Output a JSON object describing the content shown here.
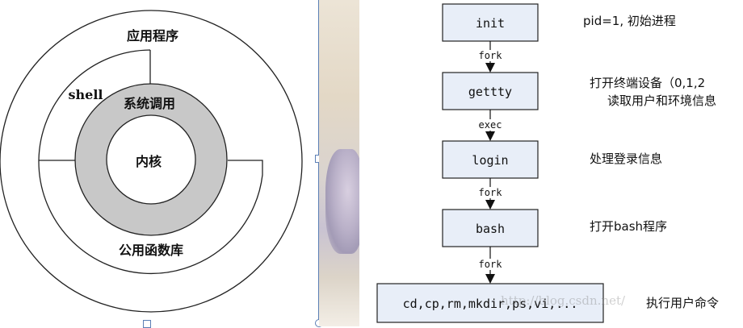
{
  "left_diagram": {
    "outer_ring_label": "应用程序",
    "shell_label": "shell",
    "syscall_label": "系统调用",
    "kernel_label": "内核",
    "library_label": "公用函数库"
  },
  "flow": {
    "boxes": [
      {
        "label": "init",
        "desc": "pid=1, 初始进程"
      },
      {
        "label": "gettty",
        "desc_line1": "打开终端设备（0,1,2",
        "desc_line2": "读取用户和环境信息"
      },
      {
        "label": "login",
        "desc": "处理登录信息"
      },
      {
        "label": "bash",
        "desc": "打开bash程序"
      },
      {
        "label": "cd,cp,rm,mkdir,ps,vi,...",
        "desc": "执行用户命令"
      }
    ],
    "arrows": [
      "fork",
      "exec",
      "fork",
      "fork"
    ]
  },
  "watermark": "http://blog.csdn.net/",
  "colors": {
    "box_fill": "#e8eef8",
    "box_stroke": "#222222",
    "ring_gray": "#c8c8c8",
    "selection_blue": "#5b7fb5"
  }
}
